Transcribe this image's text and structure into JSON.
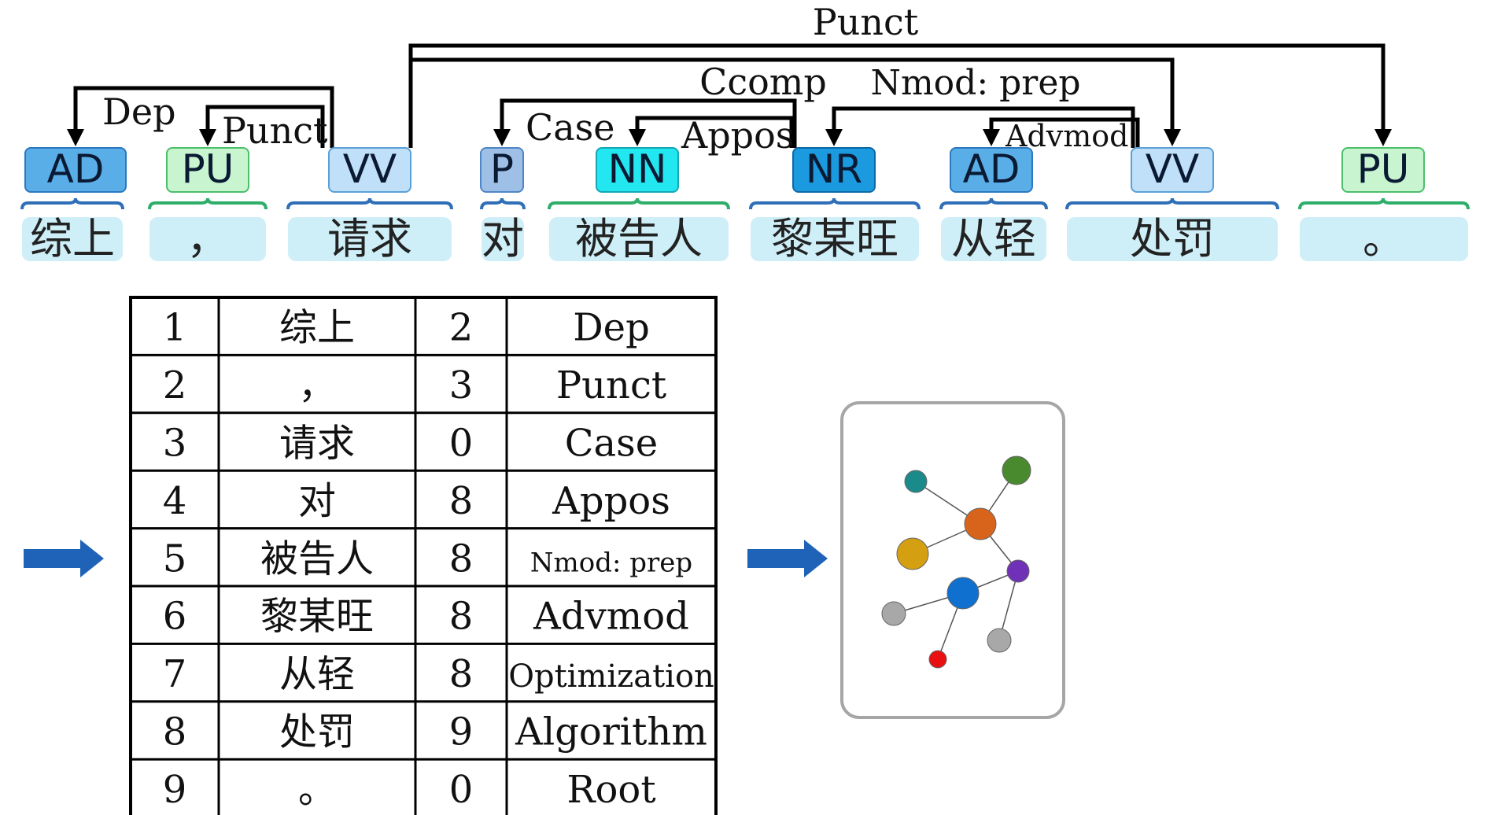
{
  "parse": {
    "tokens": [
      {
        "tag": "AD",
        "word": "综上",
        "tag_color": "#5aaee8",
        "tag_border": "#2a78c0"
      },
      {
        "tag": "PU",
        "word": "，",
        "tag_color": "#c8f4d0",
        "tag_border": "#4cbf6a"
      },
      {
        "tag": "VV",
        "word": "请求",
        "tag_color": "#bfe0f8",
        "tag_border": "#5aa0d8"
      },
      {
        "tag": "P",
        "word": "对",
        "tag_color": "#9ec0e6",
        "tag_border": "#4f86c6"
      },
      {
        "tag": "NN",
        "word": "被告人",
        "tag_color": "#22e6f0",
        "tag_border": "#14a8b4"
      },
      {
        "tag": "NR",
        "word": "黎某旺",
        "tag_color": "#1c9ae0",
        "tag_border": "#0c68a8"
      },
      {
        "tag": "AD",
        "word": "从轻",
        "tag_color": "#5aaee8",
        "tag_border": "#2a78c0"
      },
      {
        "tag": "VV",
        "word": "处罚",
        "tag_color": "#bfe0f8",
        "tag_border": "#5aa0d8"
      },
      {
        "tag": "PU",
        "word": "。",
        "tag_color": "#c8f4d0",
        "tag_border": "#4cbf6a"
      }
    ],
    "arcs": [
      {
        "label": "Dep",
        "from": 2,
        "to": 0
      },
      {
        "label": "Punct",
        "from": 2,
        "to": 1
      },
      {
        "label": "Punct",
        "from": 2,
        "to": 8
      },
      {
        "label": "Ccomp",
        "from": 2,
        "to": 7
      },
      {
        "label": "Case",
        "from": 5,
        "to": 3
      },
      {
        "label": "Appos",
        "from": 5,
        "to": 4
      },
      {
        "label": "Nmod: prep",
        "from": 7,
        "to": 5
      },
      {
        "label": "Advmod",
        "from": 7,
        "to": 6
      }
    ]
  },
  "table": {
    "rows": [
      [
        "1",
        "综上",
        "2",
        "Dep"
      ],
      [
        "2",
        "，",
        "3",
        "Punct"
      ],
      [
        "3",
        "请求",
        "0",
        "Case"
      ],
      [
        "4",
        "对",
        "8",
        "Appos"
      ],
      [
        "5",
        "被告人",
        "8",
        "Nmod: prep"
      ],
      [
        "6",
        "黎某旺",
        "8",
        "Advmod"
      ],
      [
        "7",
        "从轻",
        "8",
        "Optimization"
      ],
      [
        "8",
        "处罚",
        "9",
        "Algorithm"
      ],
      [
        "9",
        "。",
        "0",
        "Root"
      ]
    ]
  },
  "graph": {
    "nodes": [
      {
        "id": "n1",
        "color": "#1a8a8a"
      },
      {
        "id": "n2",
        "color": "#4a8a2e"
      },
      {
        "id": "n3",
        "color": "#d8641c"
      },
      {
        "id": "n4",
        "color": "#d4a012"
      },
      {
        "id": "n5",
        "color": "#7030b8"
      },
      {
        "id": "n6",
        "color": "#1070d0"
      },
      {
        "id": "n7",
        "color": "#a8a8a8"
      },
      {
        "id": "n8",
        "color": "#a8a8a8"
      },
      {
        "id": "n9",
        "color": "#e81010"
      }
    ]
  },
  "colors": {
    "arrow": "#1f63b8",
    "bracket_blue": "#2f6fb8",
    "bracket_green": "#2fae6a",
    "word_bg": "#cfeff8"
  }
}
